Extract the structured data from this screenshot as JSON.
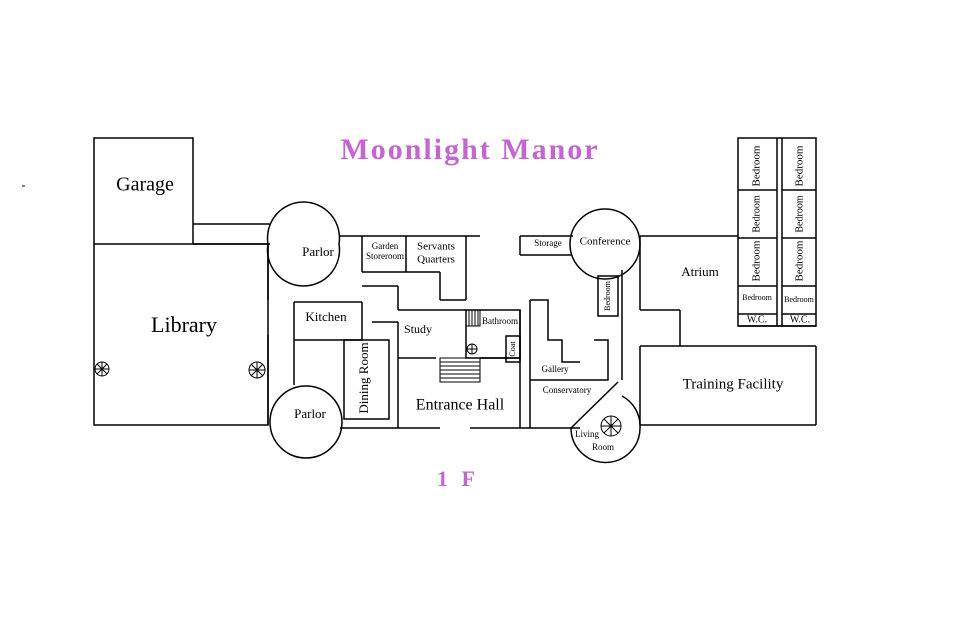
{
  "title": "Moonlight Manor",
  "floor_label": "1 F",
  "accent_color": "#c466d0",
  "rooms": {
    "garage": "Garage",
    "library": "Library",
    "parlor_north": "Parlor",
    "parlor_south": "Parlor",
    "kitchen": "Kitchen",
    "dining_room": "Dining Room",
    "garden_storeroom_1": "Garden",
    "garden_storeroom_2": "Storeroom",
    "servants_quarters_1": "Servants",
    "servants_quarters_2": "Quarters",
    "study": "Study",
    "bathroom": "Bathroom",
    "coat": "Coat",
    "entrance_hall": "Entrance Hall",
    "storage": "Storage",
    "conference": "Conference",
    "bedroom_small": "Bedroom",
    "gallery": "Gallery",
    "conservatory": "Conservatory",
    "living_room_1": "Living",
    "living_room_2": "Room",
    "atrium": "Atrium",
    "training_facility": "Training Facility",
    "bedroom_left_1": "Bedroom",
    "bedroom_left_2": "Bedroom",
    "bedroom_left_3": "Bedroom",
    "bedroom_left_4": "Bedroom",
    "bedroom_right_1": "Bedroom",
    "bedroom_right_2": "Bedroom",
    "bedroom_right_3": "Bedroom",
    "bedroom_right_4": "Bedroom",
    "wc_left": "W.C.",
    "wc_right": "W.C."
  }
}
